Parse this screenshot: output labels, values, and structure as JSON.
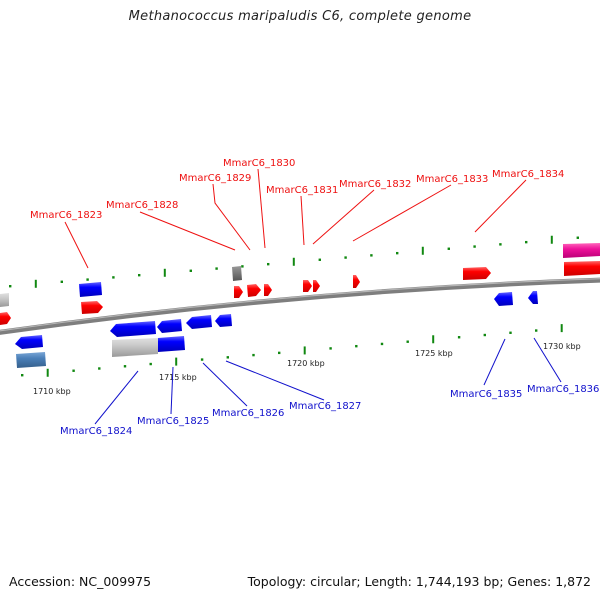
{
  "title": "Methanococcus maripaludis C6, complete genome",
  "footer": {
    "accession": "Accession: NC_009975",
    "summary": "Topology: circular; Length: 1,744,193 bp; Genes: 1,872"
  },
  "colors": {
    "forward_gene": "#ff0000",
    "reverse_gene": "#0000ff",
    "forward_label": "#ee1111",
    "reverse_label": "#1111cc",
    "backbone": "#808080",
    "tick": "#118811",
    "pseudo_gray": "#c0c0c0",
    "rna_magenta": "#ee1199",
    "steelblue": "#4a7fb8",
    "dark_gray": "#666666"
  },
  "scale": {
    "unit": "kbp",
    "ticks": [
      {
        "kbp": 1710,
        "label": "1710 kbp"
      },
      {
        "kbp": 1715,
        "label": "1715 kbp"
      },
      {
        "kbp": 1720,
        "label": "1720 kbp"
      },
      {
        "kbp": 1725,
        "label": "1725 kbp"
      },
      {
        "kbp": 1730,
        "label": "1730 kbp"
      }
    ]
  },
  "forward_labels": [
    {
      "id": "MmarC6_1823"
    },
    {
      "id": "MmarC6_1828"
    },
    {
      "id": "MmarC6_1829"
    },
    {
      "id": "MmarC6_1830"
    },
    {
      "id": "MmarC6_1831"
    },
    {
      "id": "MmarC6_1832"
    },
    {
      "id": "MmarC6_1833"
    },
    {
      "id": "MmarC6_1834"
    }
  ],
  "reverse_labels": [
    {
      "id": "MmarC6_1824"
    },
    {
      "id": "MmarC6_1825"
    },
    {
      "id": "MmarC6_1826"
    },
    {
      "id": "MmarC6_1827"
    },
    {
      "id": "MmarC6_1835"
    },
    {
      "id": "MmarC6_1836"
    }
  ]
}
